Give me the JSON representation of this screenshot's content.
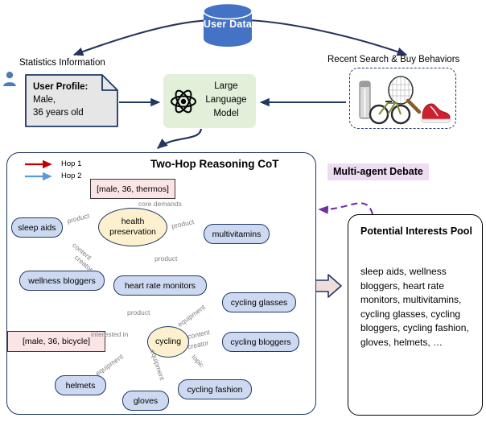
{
  "title": "Two-Hop Reasoning CoT pipeline diagram",
  "top": {
    "database_label": "User Data",
    "statistics_caption": "Statistics Information",
    "behaviors_caption": "Recent Search & Buy Behaviors",
    "user_profile": {
      "heading": "User Profile:",
      "line1": "Male,",
      "line2": "36 years old"
    },
    "llm": {
      "line1": "Large",
      "line2": "Language",
      "line3": "Model",
      "icon": "atom-icon"
    },
    "behavior_items": [
      "thermos",
      "tennis-racket",
      "bicycle",
      "sneaker"
    ],
    "person_icon": "user-avatar-icon"
  },
  "cot": {
    "title": "Two-Hop Reasoning CoT",
    "legend": [
      {
        "label": "Hop 1",
        "color": "#c00000"
      },
      {
        "label": "Hop 2",
        "color": "#5b9bd5"
      }
    ],
    "queries": [
      {
        "id": "q-thermos",
        "text": "[male, 36, thermos]"
      },
      {
        "id": "q-bicycle",
        "text": "[male, 36, bicycle]"
      }
    ],
    "hubs": [
      {
        "id": "health",
        "line1": "health",
        "line2": "preservation"
      },
      {
        "id": "cycling",
        "line1": "cycling",
        "line2": ""
      }
    ],
    "nodes": [
      {
        "id": "sleep-aids",
        "label": "sleep aids"
      },
      {
        "id": "multivitamins",
        "label": "multivitamins"
      },
      {
        "id": "wellness-bloggers",
        "label": "wellness bloggers"
      },
      {
        "id": "heart-rate-monitors",
        "label": "heart rate monitors"
      },
      {
        "id": "cycling-glasses",
        "label": "cycling glasses"
      },
      {
        "id": "cycling-bloggers",
        "label": "cycling bloggers"
      },
      {
        "id": "cycling-fashion",
        "label": "cycling fashion"
      },
      {
        "id": "helmets",
        "label": "helmets"
      },
      {
        "id": "gloves",
        "label": "gloves"
      }
    ],
    "edge_labels": {
      "core_demands": "core demands",
      "product_1": "product",
      "product_2": "product",
      "product_3": "product",
      "content_1": "content",
      "creator_1": "creator",
      "product_4": "product",
      "interested_in": "interested in",
      "equipment_1": "equipment",
      "content_2": "content",
      "creator_2": "creator",
      "topic": "topic",
      "equipment_2": "equipment",
      "equipment_3": "equipment"
    }
  },
  "right": {
    "multi_agent_debate": "Multi-agent Debate",
    "pool": {
      "title": "Potential Interests Pool",
      "items": "sleep aids, wellness bloggers, heart rate monitors, multivitamins, cycling glasses, cycling bloggers, cycling fashion, gloves, helmets, …"
    }
  },
  "colors": {
    "db_blue": "#4472c4",
    "navy": "#1f3864",
    "hop1_red": "#c00000",
    "hop2_blue": "#5b9bd5",
    "node_fill": "#ccd9f0",
    "hub_fill": "#fdf0cf",
    "query_fill": "#fbe4e6",
    "llm_fill": "#e2efd9",
    "debate_fill": "#eddcf2",
    "arrow_fill": "#f2dcdb",
    "edge_label_gray": "#808080",
    "debate_purple": "#7030a0"
  }
}
